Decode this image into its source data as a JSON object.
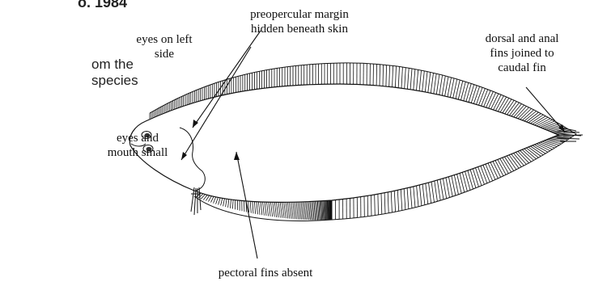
{
  "cut_off_text": {
    "heading": "o. 1984",
    "line1": "om the",
    "line2": "species"
  },
  "labels": {
    "preopercular_line1": "preopercular margin",
    "preopercular_line2": "hidden beneath skin",
    "eyes_left_line1": "eyes on left",
    "eyes_left_line2": "side",
    "eyes_mouth_line1": "eyes and",
    "eyes_mouth_line2": "mouth small",
    "dorsal_line1": "dorsal and anal",
    "dorsal_line2": "fins joined to",
    "dorsal_line3": "caudal fin",
    "pectoral": "pectoral fins absent"
  },
  "colors": {
    "ink": "#111111",
    "background": "#ffffff"
  }
}
